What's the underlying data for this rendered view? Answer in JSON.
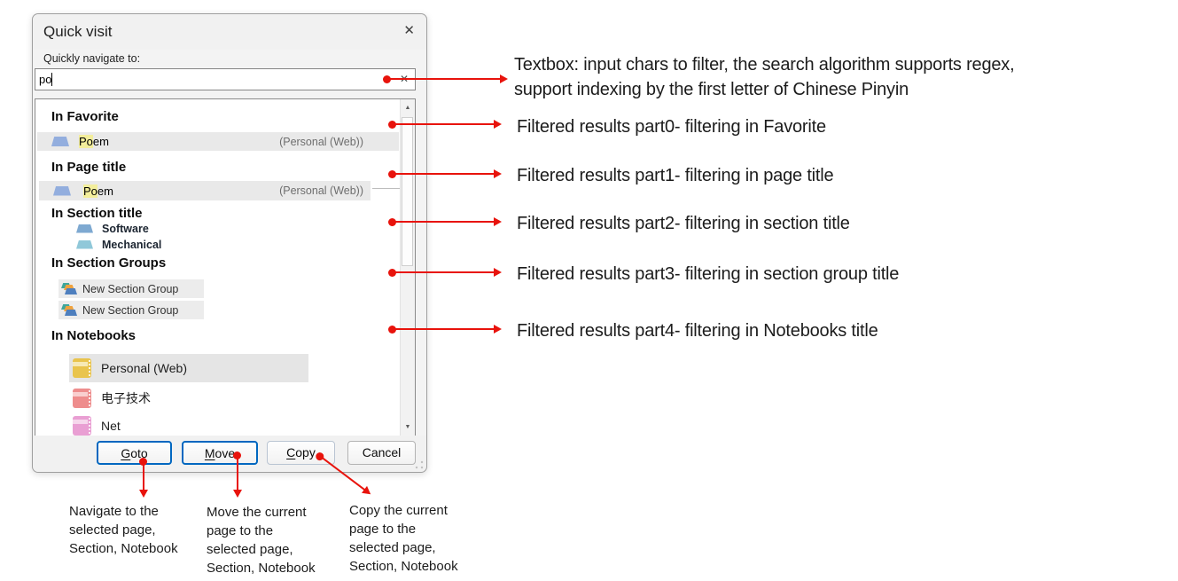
{
  "dialog": {
    "title": "Quick visit",
    "label": "Quickly navigate to:",
    "search_value": "po",
    "groups": [
      {
        "header": "In Favorite",
        "items": [
          {
            "icon": "section-icon",
            "match": "Po",
            "rest": "em",
            "context": "(Personal (Web))"
          }
        ]
      },
      {
        "header": "In Page title",
        "items": [
          {
            "icon": "section-icon",
            "match": "Po",
            "rest": "em",
            "context": "(Personal (Web))"
          }
        ]
      },
      {
        "header": "In Section title",
        "items": [
          {
            "icon": "section-icon",
            "label": "Software"
          },
          {
            "icon": "section-icon",
            "label": "Mechanical"
          }
        ]
      },
      {
        "header": "In Section Groups",
        "items": [
          {
            "icon": "section-group-icon",
            "label": "New Section Group"
          },
          {
            "icon": "section-group-icon",
            "label": "New Section Group"
          }
        ]
      },
      {
        "header": "In Notebooks",
        "items": [
          {
            "icon": "notebook-icon",
            "label": "Personal (Web)"
          },
          {
            "icon": "notebook-icon",
            "label": "电子技术"
          },
          {
            "icon": "notebook-icon",
            "label": "Net"
          }
        ]
      }
    ],
    "buttons": [
      {
        "mnemonic": "G",
        "rest": "oto",
        "label": "Goto"
      },
      {
        "mnemonic": "M",
        "rest": "ove",
        "label": "Move"
      },
      {
        "mnemonic": "C",
        "rest": "opy",
        "label": "Copy"
      },
      {
        "mnemonic": "",
        "rest": "Cancel",
        "label": "Cancel"
      }
    ]
  },
  "icons": {
    "close": "✕",
    "clear": "✕",
    "scroll_up": "▲",
    "scroll_down": "▼"
  },
  "annotations": {
    "textbox_note": "Textbox: input chars to filter, the search algorithm supports regex,\nsupport indexing by the first letter of Chinese Pinyin",
    "filter_notes": [
      "Filtered results part0- filtering in Favorite",
      "Filtered results part1- filtering in page title",
      "Filtered results part2- filtering in section title",
      "Filtered results part3- filtering in section group title",
      "Filtered results part4- filtering in Notebooks title"
    ],
    "goto_note": "Navigate to the\nselected page,\nSection, Notebook",
    "move_note": "Move the current\npage to the\nselected page,\nSection, Notebook",
    "copy_note": "Copy the current\npage to the\nselected page,\nSection, Notebook"
  },
  "colors": {
    "accent": "#0067c0",
    "red": "#e8130c",
    "row_bg": "#e9e9e9",
    "match_bg": "#f3ee9b",
    "ctx_text": "#6e6e6e",
    "sec_blue": "#93aede",
    "sec_steel": "#7ea9d1",
    "sec_cyan": "#90c8d9",
    "sg_orange": "#efa23d",
    "sg_blue": "#4e7fbe",
    "sg_teal": "#3fa69b",
    "nb_yellow": "#e9c44d",
    "nb_yellow_stripe": "#f6e9b6",
    "nb_salmon": "#ee8d8d",
    "nb_salmon_stripe": "#f9cfcf",
    "nb_pink": "#e99fd3",
    "nb_pink_stripe": "#f6d7ec"
  }
}
